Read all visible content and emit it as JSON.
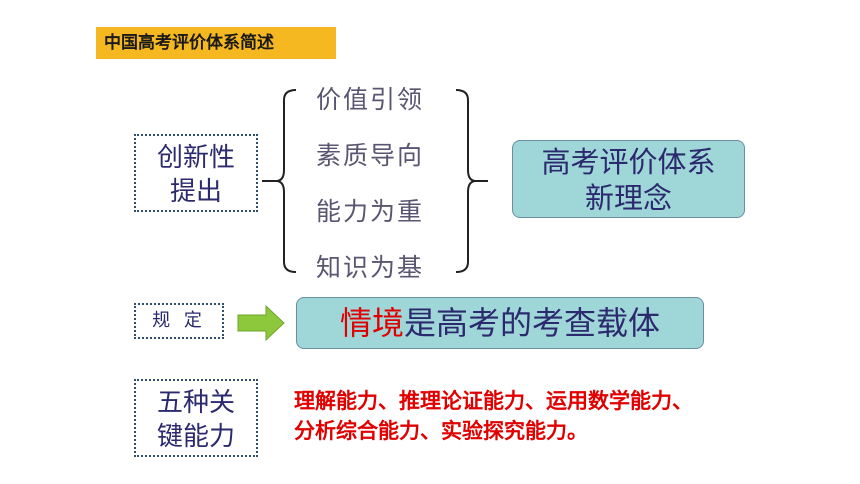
{
  "header": {
    "title": "中国高考评价体系简述"
  },
  "left_boxes": {
    "innovation_line1": "创新性",
    "innovation_line2": "提出",
    "regulation": "规 定",
    "key_ability_line1": "五种关",
    "key_ability_line2": "键能力"
  },
  "items": [
    "价值引领",
    "素质导向",
    "能力为重",
    "知识为基"
  ],
  "concept_box": {
    "line1": "高考评价体系",
    "line2": "新理念"
  },
  "statement": {
    "highlight": "情境",
    "rest": "是高考的考查载体"
  },
  "abilities": {
    "line1": "理解能力、推理论证能力、运用数学能力、",
    "line2": "分析综合能力、实验探究能力。"
  },
  "colors": {
    "title_bg": "#f6b820",
    "teal_box": "#9fd6d8",
    "arrow": "#8dc83c",
    "red_text": "#e00000"
  }
}
